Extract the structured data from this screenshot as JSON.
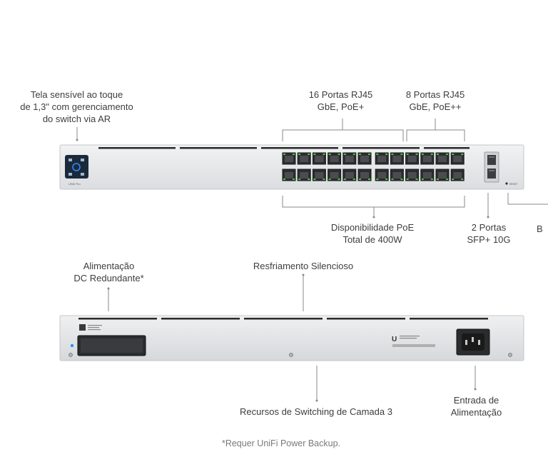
{
  "front": {
    "touchscreen_label": "Tela sensível ao toque\nde 1,3\" com gerenciamento\ndo switch via AR",
    "ports16_label": "16 Portas RJ45\nGbE, PoE+",
    "ports8_label": "8 Portas RJ45\nGbE, PoE++",
    "poe_budget_label": "Disponibilidade PoE\nTotal de 400W",
    "sfp_label": "2 Portas\nSFP+ 10G",
    "cut_label": "B",
    "model_text": "USW Pro",
    "reset_text": "RESET"
  },
  "rear": {
    "dc_label": "Alimentação\nDC Redundante*",
    "cooling_label": "Resfriamento Silencioso",
    "layer3_label": "Recursos de Switching de Camada 3",
    "power_label": "Entrada de\nAlimentação",
    "ubiquiti_mark": "U"
  },
  "footnote": "*Requer UniFi Power Backup.",
  "colors": {
    "chassis": "#e6e7e9",
    "chassis_edge": "#c9cacd",
    "port_led": "#4cc24a",
    "leader_line": "#8a8a8a",
    "screen": "#1b2a3a",
    "screen_accent": "#2f8cff"
  }
}
